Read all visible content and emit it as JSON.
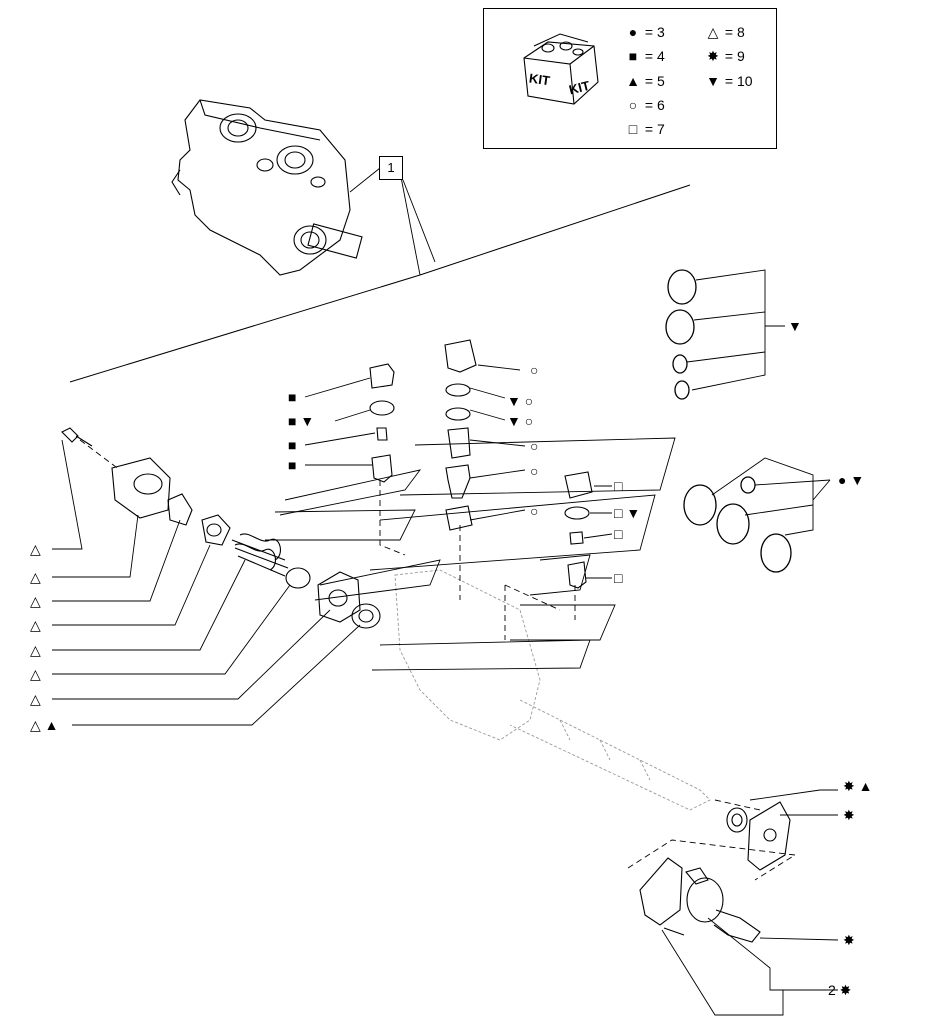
{
  "reference_box": {
    "label": "1"
  },
  "legend": {
    "kit_icon_label_left": "KIT",
    "kit_icon_label_right": "KIT",
    "items": [
      {
        "symbol": "black-circle",
        "glyph": "●",
        "text": "= 3"
      },
      {
        "symbol": "black-square",
        "glyph": "■",
        "text": "= 4"
      },
      {
        "symbol": "black-triangle-up",
        "glyph": "▲",
        "text": "= 5"
      },
      {
        "symbol": "white-circle",
        "glyph": "○",
        "text": "= 6"
      },
      {
        "symbol": "white-square",
        "glyph": "□",
        "text": "= 7"
      },
      {
        "symbol": "white-triangle-up",
        "glyph": "△",
        "text": "= 8"
      },
      {
        "symbol": "black-star",
        "glyph": "✸",
        "text": "= 9"
      },
      {
        "symbol": "black-triangle-down",
        "glyph": "▼",
        "text": "= 10"
      }
    ]
  },
  "callouts": {
    "left_column": [
      "△",
      "△",
      "△",
      "△",
      "△",
      "△",
      "△",
      "△ ▲"
    ],
    "center_squares": [
      "■",
      "■ ▼",
      "■",
      "■"
    ],
    "center_circles": [
      "○",
      "▼ ○",
      "▼ ○",
      "○",
      "○",
      "○"
    ],
    "right_squares": [
      "□",
      "□ ▼",
      "□",
      "□"
    ],
    "orings_group": "▼",
    "orings_group2": "● ▼",
    "lower_right": [
      "✸ ▲",
      "✸",
      "✸",
      "2 ✸"
    ]
  }
}
